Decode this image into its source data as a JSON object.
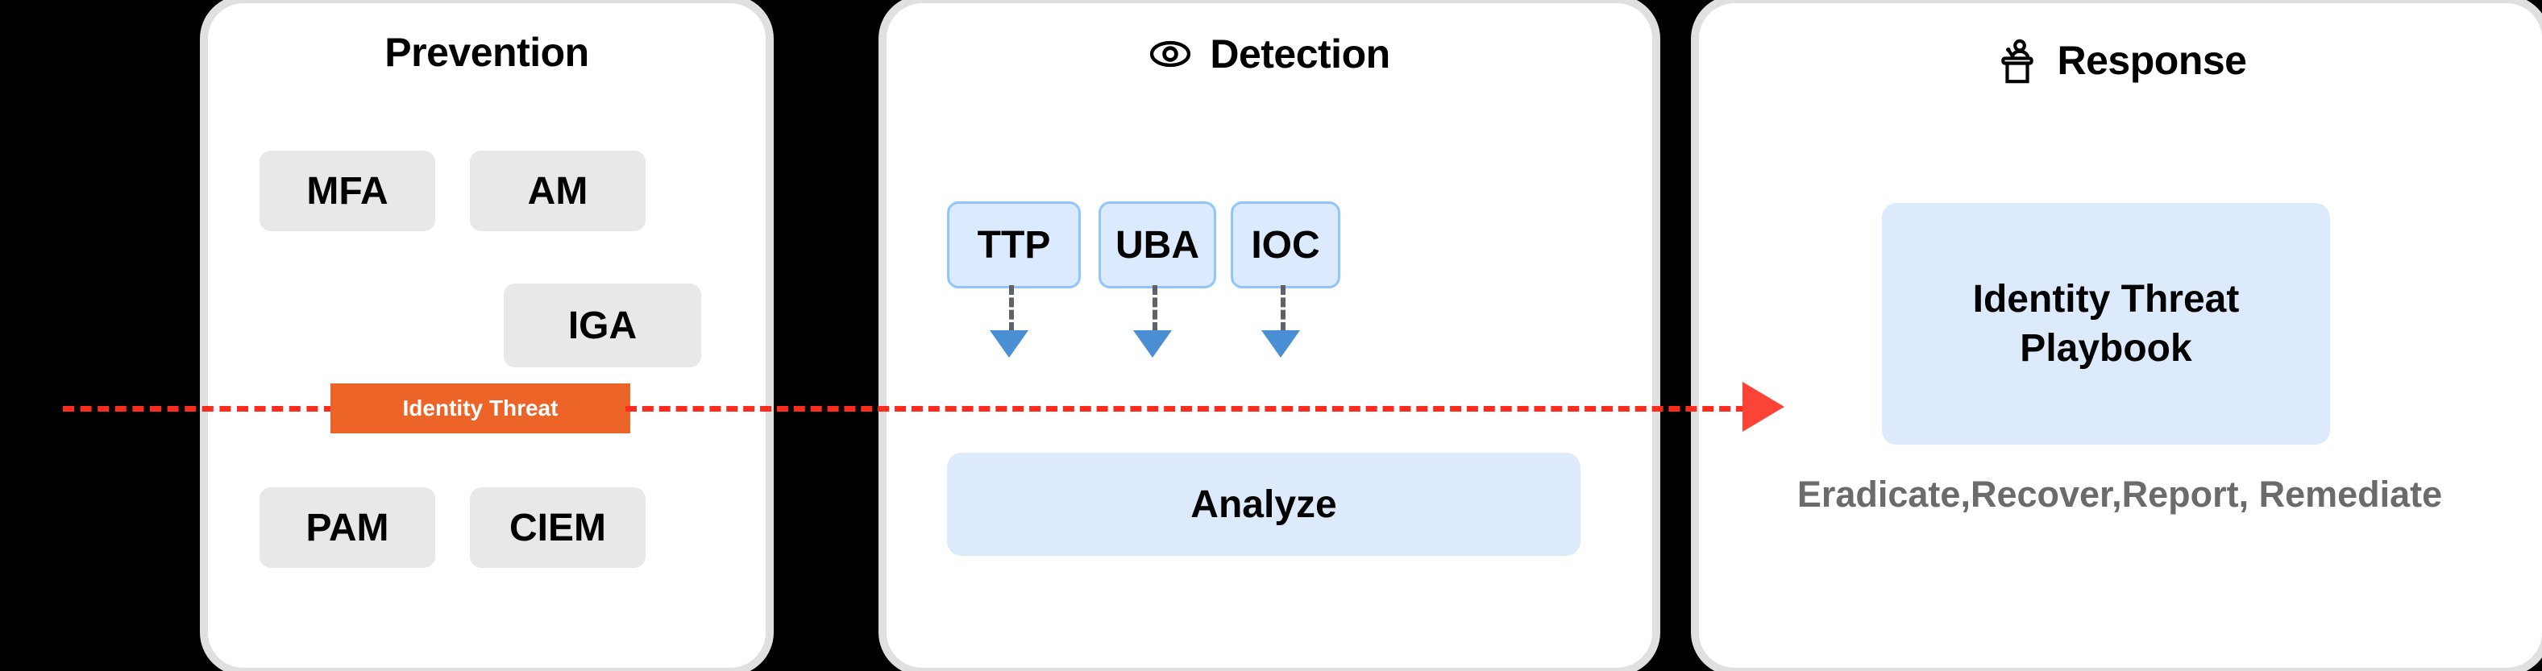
{
  "background_color": "#000000",
  "panels": [
    {
      "id": "prevention",
      "title": "Prevention",
      "icon": null,
      "chips": [
        "MFA",
        "AM",
        "IGA",
        "PAM",
        "CIEM"
      ],
      "highlight": {
        "label": "Identity Threat",
        "color": "#ec6428",
        "text_color": "#ffffff"
      }
    },
    {
      "id": "detection",
      "title": "Detection",
      "icon": "eye-icon",
      "signals": [
        "TTP",
        "UBA",
        "IOC"
      ],
      "result": "Analyze"
    },
    {
      "id": "response",
      "title": "Response",
      "icon": "podium-speaker-icon",
      "playbook": "Identity Threat Playbook",
      "actions": "Eradicate,Recover,Report, Remediate"
    }
  ],
  "flow": {
    "arrow_color": "#fb2b1e",
    "arrow_style": "dashed",
    "signal_arrow_color": "#4a8fd4",
    "signal_arrow_style": "dashed"
  },
  "colors": {
    "chip_bg": "#e8e8e8",
    "blue_box_bg": "#dbeafe",
    "blue_box_border": "#93c5fd",
    "panel_bg": "#ffffff",
    "panel_border": "#e0e0e0",
    "muted_text": "#6b6b6b",
    "highlight": "#ec6428"
  }
}
